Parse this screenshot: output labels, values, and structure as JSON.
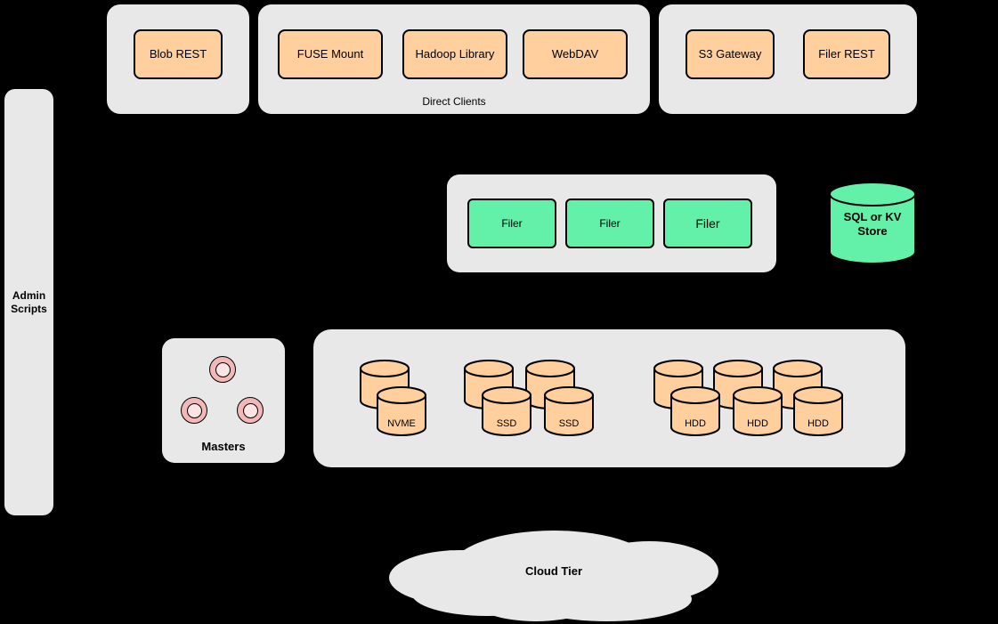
{
  "colors": {
    "bg": "#000000",
    "container": "#e8e8e8",
    "orange": "#ffcf9e",
    "green": "#63f0a8",
    "pink": "#f2b8b8",
    "pinkinner": "#fbe4e4",
    "stroke": "#000000"
  },
  "admin_panel": {
    "label": "Admin\nScripts"
  },
  "blob_group": {
    "node": "Blob REST"
  },
  "direct_clients": {
    "label": "Direct Clients",
    "nodes": [
      "FUSE Mount",
      "Hadoop Library",
      "WebDAV"
    ]
  },
  "gateway_group": {
    "nodes": [
      "S3 Gateway",
      "Filer REST"
    ]
  },
  "filer_group": {
    "nodes": [
      "Filer",
      "Filer",
      "Filer"
    ]
  },
  "kv_store": {
    "label": "SQL or KV Store"
  },
  "masters": {
    "label": "Masters"
  },
  "volumes": {
    "nvme": [
      "NVME"
    ],
    "ssd": [
      "SSD",
      "SSD"
    ],
    "hdd": [
      "HDD",
      "HDD",
      "HDD"
    ]
  },
  "cloud": {
    "label": "Cloud Tier"
  }
}
